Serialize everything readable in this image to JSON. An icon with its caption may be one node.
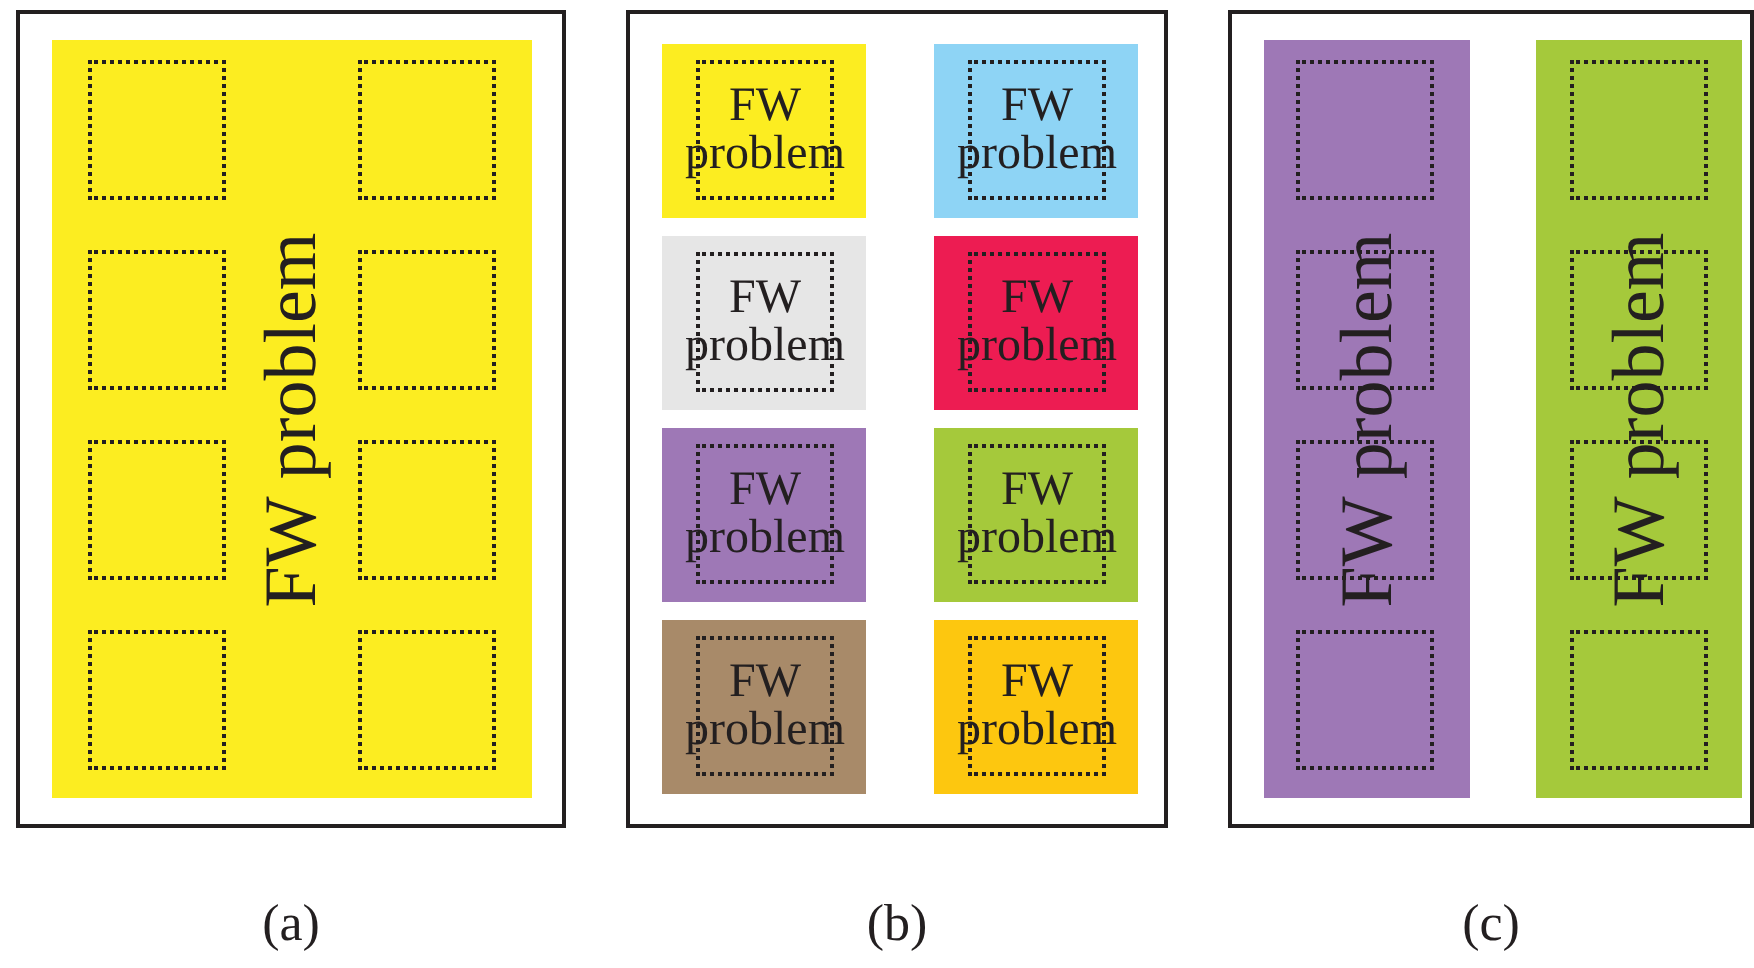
{
  "diagram": {
    "nodes": [
      {
        "text": [],
        "shape": "box",
        "beside": [
          "(a)"
        ]
      },
      {
        "text": [
          "FW problem"
        ],
        "in": 0
      },
      {
        "text": [],
        "shape": "box",
        "in": 1
      },
      {
        "text": [],
        "shape": "box",
        "in": 1
      },
      {
        "text": [],
        "shape": "box",
        "in": 1
      },
      {
        "text": [],
        "shape": "box",
        "in": 1
      },
      {
        "text": [],
        "shape": "box",
        "in": 1
      },
      {
        "text": [],
        "shape": "box",
        "in": 1
      },
      {
        "text": [],
        "shape": "box",
        "in": 1
      },
      {
        "text": [],
        "shape": "box",
        "in": 1
      },
      {
        "text": [],
        "shape": "box",
        "beside": [
          "(b)"
        ]
      },
      {
        "text": [],
        "shape": "box",
        "in": 10
      },
      {
        "text": [
          "FW problem"
        ],
        "in": 11
      },
      {
        "text": [],
        "shape": "box",
        "in": 10
      },
      {
        "text": [
          "FW problem"
        ],
        "in": 13
      },
      {
        "text": [],
        "shape": "box",
        "in": 10
      },
      {
        "text": [
          "FW problem"
        ],
        "in": 15
      },
      {
        "text": [],
        "shape": "box",
        "in": 10
      },
      {
        "text": [
          "FW problem"
        ],
        "in": 17
      },
      {
        "text": [],
        "shape": "box",
        "in": 10
      },
      {
        "text": [
          "FW problem"
        ],
        "in": 19
      },
      {
        "text": [],
        "shape": "box",
        "in": 10
      },
      {
        "text": [
          "FW problem"
        ],
        "in": 21
      },
      {
        "text": [],
        "shape": "box",
        "in": 10
      },
      {
        "text": [
          "FW problem"
        ],
        "in": 23
      },
      {
        "text": [],
        "shape": "box",
        "in": 10
      },
      {
        "text": [
          "FW problem"
        ],
        "in": 25
      },
      {
        "text": [],
        "shape": "box",
        "beside": [
          "(c)"
        ]
      },
      {
        "text": [
          "FW problem"
        ],
        "in": 27
      },
      {
        "text": [],
        "shape": "box",
        "in": 28
      },
      {
        "text": [],
        "shape": "box",
        "in": 28
      },
      {
        "text": [],
        "shape": "box",
        "in": 28
      },
      {
        "text": [],
        "shape": "box",
        "in": 28
      },
      {
        "text": [
          "FW problem"
        ],
        "in": 27
      },
      {
        "text": [],
        "shape": "box",
        "in": 33
      },
      {
        "text": [],
        "shape": "box",
        "in": 33
      },
      {
        "text": [],
        "shape": "box",
        "in": 33
      },
      {
        "text": [],
        "shape": "box",
        "in": 33
      }
    ]
  }
}
